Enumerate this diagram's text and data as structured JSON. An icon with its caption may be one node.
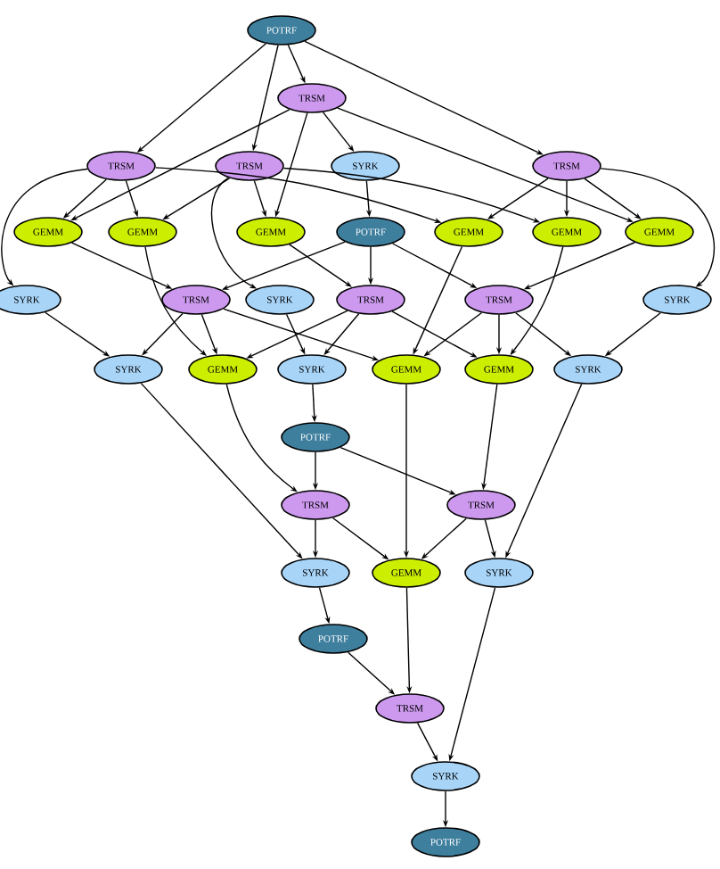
{
  "diagram": {
    "nodes": [
      {
        "text": [
          "POTRF"
        ]
      },
      {
        "text": [
          "TRSM"
        ]
      },
      {
        "text": [
          "TRSM"
        ]
      },
      {
        "text": [
          "TRSM"
        ]
      },
      {
        "text": [
          "SYRK"
        ]
      },
      {
        "text": [
          "TRSM"
        ]
      },
      {
        "text": [
          "GEMM"
        ]
      },
      {
        "text": [
          "GEMM"
        ]
      },
      {
        "text": [
          "GEMM"
        ]
      },
      {
        "text": [
          "POTRF"
        ]
      },
      {
        "text": [
          "GEMM"
        ]
      },
      {
        "text": [
          "GEMM"
        ]
      },
      {
        "text": [
          "GEMM"
        ]
      },
      {
        "text": [
          "SYRK"
        ]
      },
      {
        "text": [
          "TRSM"
        ]
      },
      {
        "text": [
          "SYRK"
        ]
      },
      {
        "text": [
          "TRSM"
        ]
      },
      {
        "text": [
          "TRSM"
        ]
      },
      {
        "text": [
          "SYRK"
        ]
      },
      {
        "text": [
          "SYRK"
        ]
      },
      {
        "text": [
          "GEMM"
        ]
      },
      {
        "text": [
          "SYRK"
        ]
      },
      {
        "text": [
          "GEMM"
        ]
      },
      {
        "text": [
          "GEMM"
        ]
      },
      {
        "text": [
          "SYRK"
        ]
      },
      {
        "text": [
          "POTRF"
        ]
      },
      {
        "text": [
          "TRSM"
        ]
      },
      {
        "text": [
          "TRSM"
        ]
      },
      {
        "text": [
          "SYRK"
        ]
      },
      {
        "text": [
          "GEMM"
        ]
      },
      {
        "text": [
          "SYRK"
        ]
      },
      {
        "text": [
          "POTRF"
        ]
      },
      {
        "text": [
          "TRSM"
        ]
      },
      {
        "text": [
          "SYRK"
        ]
      },
      {
        "text": [
          "POTRF"
        ]
      }
    ],
    "edges": [
      {
        "from": 0,
        "to": 1,
        "arrow": "to"
      },
      {
        "from": 0,
        "to": 2,
        "arrow": "to"
      },
      {
        "from": 0,
        "to": 3,
        "arrow": "to"
      },
      {
        "from": 0,
        "to": 5,
        "arrow": "to"
      },
      {
        "from": 1,
        "to": 4,
        "arrow": "to"
      },
      {
        "from": 1,
        "to": 6,
        "arrow": "to"
      },
      {
        "from": 1,
        "to": 8,
        "arrow": "to"
      },
      {
        "from": 1,
        "to": 12,
        "arrow": "to"
      },
      {
        "from": 2,
        "to": 13,
        "arrow": "to"
      },
      {
        "from": 2,
        "to": 6,
        "arrow": "to"
      },
      {
        "from": 2,
        "to": 7,
        "arrow": "to"
      },
      {
        "from": 2,
        "to": 10,
        "arrow": "to"
      },
      {
        "from": 3,
        "to": 15,
        "arrow": "to"
      },
      {
        "from": 3,
        "to": 7,
        "arrow": "to"
      },
      {
        "from": 3,
        "to": 8,
        "arrow": "to"
      },
      {
        "from": 3,
        "to": 11,
        "arrow": "to"
      },
      {
        "from": 5,
        "to": 18,
        "arrow": "to"
      },
      {
        "from": 5,
        "to": 10,
        "arrow": "to"
      },
      {
        "from": 5,
        "to": 11,
        "arrow": "to"
      },
      {
        "from": 5,
        "to": 12,
        "arrow": "to"
      },
      {
        "from": 4,
        "to": 9,
        "arrow": "to"
      },
      {
        "from": 9,
        "to": 14,
        "arrow": "to"
      },
      {
        "from": 9,
        "to": 16,
        "arrow": "to"
      },
      {
        "from": 9,
        "to": 17,
        "arrow": "to"
      },
      {
        "from": 6,
        "to": 14,
        "arrow": "to"
      },
      {
        "from": 8,
        "to": 16,
        "arrow": "to"
      },
      {
        "from": 12,
        "to": 17,
        "arrow": "to"
      },
      {
        "from": 13,
        "to": 19,
        "arrow": "to"
      },
      {
        "from": 14,
        "to": 19,
        "arrow": "to"
      },
      {
        "from": 15,
        "to": 21,
        "arrow": "to"
      },
      {
        "from": 16,
        "to": 21,
        "arrow": "to"
      },
      {
        "from": 18,
        "to": 24,
        "arrow": "to"
      },
      {
        "from": 17,
        "to": 24,
        "arrow": "to"
      },
      {
        "from": 7,
        "to": 20,
        "arrow": "to"
      },
      {
        "from": 14,
        "to": 20,
        "arrow": "to"
      },
      {
        "from": 16,
        "to": 20,
        "arrow": "to"
      },
      {
        "from": 10,
        "to": 22,
        "arrow": "to"
      },
      {
        "from": 14,
        "to": 22,
        "arrow": "to"
      },
      {
        "from": 17,
        "to": 22,
        "arrow": "to"
      },
      {
        "from": 11,
        "to": 23,
        "arrow": "to"
      },
      {
        "from": 16,
        "to": 23,
        "arrow": "to"
      },
      {
        "from": 17,
        "to": 23,
        "arrow": "to"
      },
      {
        "from": 21,
        "to": 25,
        "arrow": "to"
      },
      {
        "from": 25,
        "to": 26,
        "arrow": "to"
      },
      {
        "from": 25,
        "to": 27,
        "arrow": "to"
      },
      {
        "from": 20,
        "to": 26,
        "arrow": "to"
      },
      {
        "from": 23,
        "to": 27,
        "arrow": "to"
      },
      {
        "from": 22,
        "to": 29,
        "arrow": "to"
      },
      {
        "from": 19,
        "to": 28,
        "arrow": "to"
      },
      {
        "from": 24,
        "to": 30,
        "arrow": "to"
      },
      {
        "from": 26,
        "to": 28,
        "arrow": "to"
      },
      {
        "from": 26,
        "to": 29,
        "arrow": "to"
      },
      {
        "from": 27,
        "to": 29,
        "arrow": "to"
      },
      {
        "from": 27,
        "to": 30,
        "arrow": "to"
      },
      {
        "from": 28,
        "to": 31,
        "arrow": "to"
      },
      {
        "from": 31,
        "to": 32,
        "arrow": "to"
      },
      {
        "from": 29,
        "to": 32,
        "arrow": "to"
      },
      {
        "from": 30,
        "to": 33,
        "arrow": "to"
      },
      {
        "from": 32,
        "to": 33,
        "arrow": "to"
      },
      {
        "from": 33,
        "to": 34,
        "arrow": "to"
      }
    ]
  }
}
